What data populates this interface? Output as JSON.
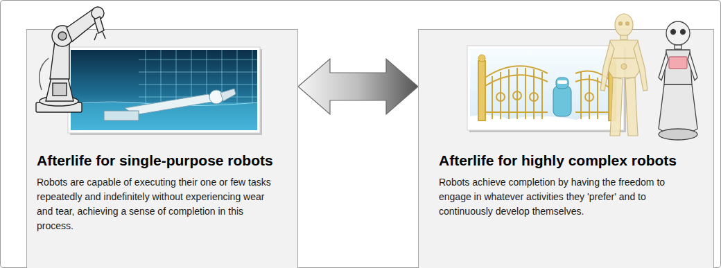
{
  "diagram": {
    "nodes": [
      {
        "text": [
          "Afterlife for single-purpose robots",
          "Robots are capable of executing their one or few tasks repeatedly and indefinitely without experiencing wear and tear, achieving a sense of completion in this process."
        ]
      },
      {
        "text": [
          "Afterlife for highly complex robots",
          "Robots achieve completion by having the freedom to engage in whatever activities they 'prefer' and to continuously develop themselves."
        ]
      }
    ],
    "edges": [
      {
        "from": 0,
        "to": 1,
        "arrow": "both"
      }
    ]
  }
}
